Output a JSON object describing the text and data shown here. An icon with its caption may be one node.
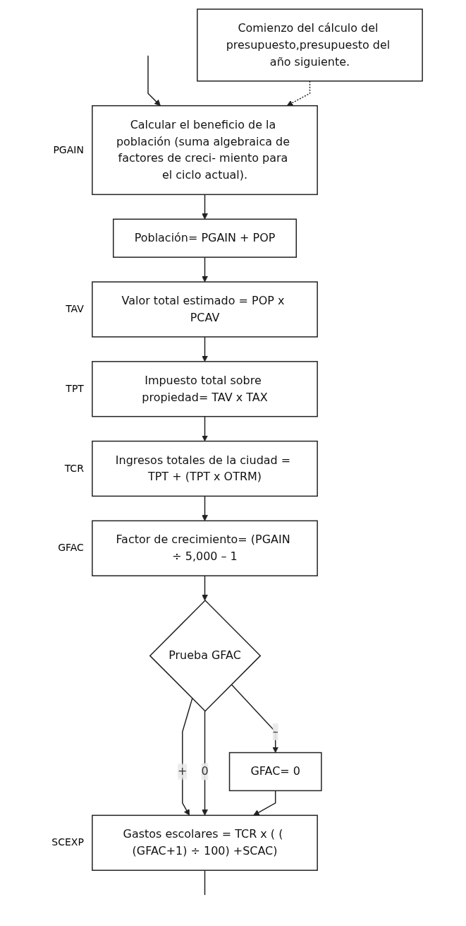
{
  "diagram": {
    "nodes": [
      {
        "text": [
          "Comienzo del cálculo del presupuesto,presupuesto del año siguiente."
        ]
      },
      {
        "text": [
          "Calcular el beneficio de la población (suma algebraica de factores de creci- miento para el ciclo actual)."
        ],
        "beside": [
          "PGAIN"
        ]
      },
      {
        "text": [
          "Población= PGAIN + POP"
        ]
      },
      {
        "text": [
          "Valor total estimado = POP x PCAV"
        ],
        "beside": [
          "TAV"
        ]
      },
      {
        "text": [
          "Impuesto total sobre propiedad= TAV x TAX"
        ],
        "beside": [
          "TPT"
        ]
      },
      {
        "text": [
          "Ingresos totales de la ciudad = TPT + (TPT x OTRM)"
        ],
        "beside": [
          "TCR"
        ]
      },
      {
        "text": [
          "Factor de crecimiento= (PGAIN ÷ 5,000 – 1"
        ],
        "beside": [
          "GFAC"
        ]
      },
      {
        "text": [
          "Prueba GFAC"
        ]
      },
      {
        "text": [
          "GFAC= 0"
        ]
      },
      {
        "text": [
          "Gastos escolares = TCR x ( ( (GFAC+1) ÷ 100) +SCAC)"
        ],
        "beside": [
          "SCEXP"
        ]
      }
    ],
    "edges": [
      {
        "from": null,
        "to": 1,
        "arrow": "to"
      },
      {
        "from": 0,
        "to": 1,
        "arrow": "to",
        "style": "dashed"
      },
      {
        "from": 1,
        "to": 2,
        "arrow": "to"
      },
      {
        "from": 2,
        "to": 3,
        "arrow": "to"
      },
      {
        "from": 3,
        "to": 4,
        "arrow": "to"
      },
      {
        "from": 4,
        "to": 5,
        "arrow": "to"
      },
      {
        "from": 5,
        "to": 6,
        "arrow": "to"
      },
      {
        "from": 6,
        "to": 7,
        "arrow": "to"
      },
      {
        "from": 7,
        "to": 9,
        "arrow": "to",
        "label": "+"
      },
      {
        "from": 7,
        "to": 8,
        "arrow": "to",
        "label": "–"
      },
      {
        "from": 7,
        "to": 9,
        "arrow": "to",
        "label": "0"
      },
      {
        "from": 8,
        "to": 9,
        "arrow": "to"
      },
      {
        "from": 9,
        "to": null,
        "arrow": "none"
      }
    ]
  }
}
